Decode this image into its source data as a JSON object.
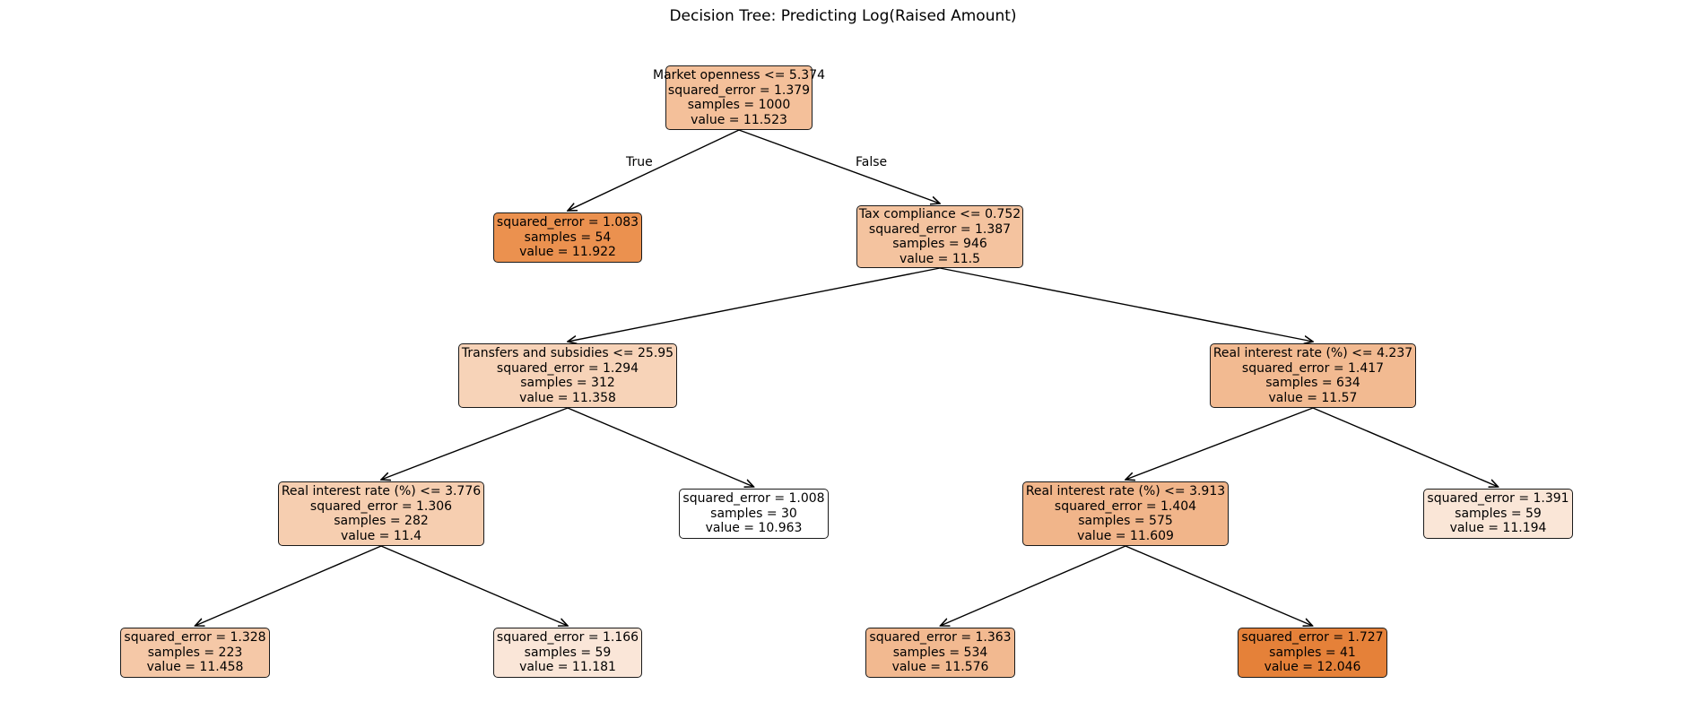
{
  "title": "Decision Tree: Predicting Log(Raised Amount)",
  "branch_labels": {
    "true_label": "True",
    "false_label": "False"
  },
  "colors": {
    "node_white": "#ffffff",
    "node_max": "#e58139",
    "edge": "#000000"
  },
  "nodes": [
    {
      "id": "n0",
      "split": "Market openness <= 5.374",
      "squared_error": "squared_error = 1.379",
      "samples": "samples = 1000",
      "value": "value = 11.523",
      "fill": "#f4c09a"
    },
    {
      "id": "n1",
      "split": "",
      "squared_error": "squared_error = 1.083",
      "samples": "samples = 54",
      "value": "value = 11.922",
      "fill": "#eb914f"
    },
    {
      "id": "n2",
      "split": "Tax compliance <= 0.752",
      "squared_error": "squared_error = 1.387",
      "samples": "samples = 946",
      "value": "value = 11.5",
      "fill": "#f4c39f"
    },
    {
      "id": "n3",
      "split": "Transfers and subsidies <= 25.95",
      "squared_error": "squared_error = 1.294",
      "samples": "samples = 312",
      "value": "value = 11.358",
      "fill": "#f7d3b8"
    },
    {
      "id": "n4",
      "split": "Real interest rate (%) <= 4.237",
      "squared_error": "squared_error = 1.417",
      "samples": "samples = 634",
      "value": "value = 11.57",
      "fill": "#f2ba91"
    },
    {
      "id": "n5",
      "split": "Real interest rate (%) <= 3.776",
      "squared_error": "squared_error = 1.306",
      "samples": "samples = 282",
      "value": "value = 11.4",
      "fill": "#f6ceb0"
    },
    {
      "id": "n6",
      "split": "",
      "squared_error": "squared_error = 1.008",
      "samples": "samples = 30",
      "value": "value = 10.963",
      "fill": "#ffffff"
    },
    {
      "id": "n7",
      "split": "Real interest rate (%) <= 3.913",
      "squared_error": "squared_error = 1.404",
      "samples": "samples = 575",
      "value": "value = 11.609",
      "fill": "#f1b58a"
    },
    {
      "id": "n8",
      "split": "",
      "squared_error": "squared_error = 1.391",
      "samples": "samples = 59",
      "value": "value = 11.194",
      "fill": "#fae6d7"
    },
    {
      "id": "n9",
      "split": "",
      "squared_error": "squared_error = 1.328",
      "samples": "samples = 223",
      "value": "value = 11.458",
      "fill": "#f5c8a7"
    },
    {
      "id": "n10",
      "split": "",
      "squared_error": "squared_error = 1.166",
      "samples": "samples = 59",
      "value": "value = 11.181",
      "fill": "#fae6d8"
    },
    {
      "id": "n11",
      "split": "",
      "squared_error": "squared_error = 1.363",
      "samples": "samples = 534",
      "value": "value = 11.576",
      "fill": "#f2b990"
    },
    {
      "id": "n12",
      "split": "",
      "squared_error": "squared_error = 1.727",
      "samples": "samples = 41",
      "value": "value = 12.046",
      "fill": "#e58139"
    }
  ],
  "edges": [
    {
      "from": "n0",
      "to": "n1"
    },
    {
      "from": "n0",
      "to": "n2"
    },
    {
      "from": "n2",
      "to": "n3"
    },
    {
      "from": "n2",
      "to": "n4"
    },
    {
      "from": "n3",
      "to": "n5"
    },
    {
      "from": "n3",
      "to": "n6"
    },
    {
      "from": "n4",
      "to": "n7"
    },
    {
      "from": "n4",
      "to": "n8"
    },
    {
      "from": "n5",
      "to": "n9"
    },
    {
      "from": "n5",
      "to": "n10"
    },
    {
      "from": "n7",
      "to": "n11"
    },
    {
      "from": "n7",
      "to": "n12"
    }
  ]
}
